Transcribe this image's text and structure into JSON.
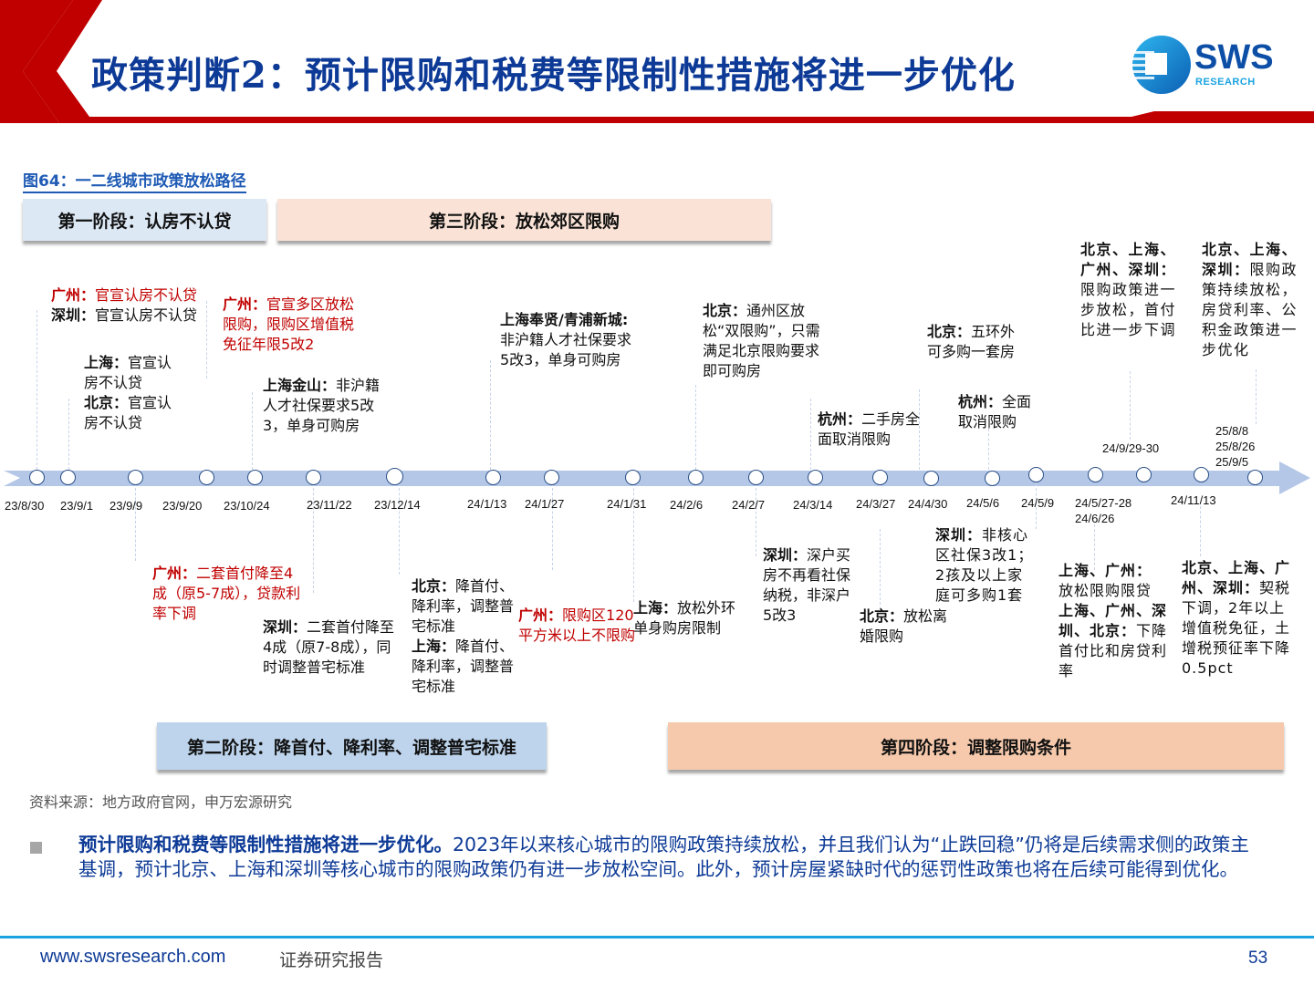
{
  "header": {
    "title": "政策判断2：预计限购和税费等限制性措施将进一步优化",
    "logo_text": "SWS",
    "logo_sub": "RESEARCH",
    "accent_red": "#c00000",
    "title_color": "#0d3a96"
  },
  "figure": {
    "title": "图64：一二线城市政策放松路径",
    "stages": [
      {
        "label": "第一阶段：认房不认贷",
        "color": "#dde8f5"
      },
      {
        "label": "第二阶段：降首付、降利率、调整普宅标准",
        "color": "#bdd4ec"
      },
      {
        "label": "第三阶段：放松郊区限购",
        "color": "#fae3d6"
      },
      {
        "label": "第四阶段：调整限购条件",
        "color": "#f6c9ac"
      }
    ],
    "dates": [
      "23/8/30",
      "23/9/1",
      "23/9/9",
      "23/9/20",
      "23/10/24",
      "23/11/22",
      "23/12/14",
      "24/1/13",
      "24/1/27",
      "24/1/31",
      "24/2/6",
      "24/2/7",
      "24/3/14",
      "24/3/27",
      "24/4/30",
      "24/5/6",
      "24/5/9",
      "24/5/27-28",
      "24/6/26",
      "24/9/29-30",
      "24/11/13",
      "25/8/8",
      "25/8/26",
      "25/9/5"
    ],
    "notes_above": [
      {
        "city": "广州：",
        "text": "官宣认房不认贷",
        "red": true
      },
      {
        "city": "深圳：",
        "text": "官宣认房不认贷",
        "red": false
      },
      {
        "city": "上海：",
        "text": "官宣认房不认贷"
      },
      {
        "city": "北京：",
        "text": "官宣认房不认贷"
      },
      {
        "city": "广州：",
        "text": "官宣多区放松限购，限购区增值税免征年限5改2"
      },
      {
        "city": "上海金山：",
        "text": "非沪籍人才社保要求5改3，单身可购房"
      },
      {
        "city": "上海奉贤/青浦新城:",
        "text": "非沪籍人才社保要求5改3，单身可购房"
      },
      {
        "city": "北京：",
        "text": "通州区放松“双限购”，只需满足北京限购要求即可购房"
      },
      {
        "city": "杭州：",
        "text": "二手房全面取消限购"
      },
      {
        "city": "北京：",
        "text": "五环外可多购一套房"
      },
      {
        "city": "杭州：",
        "text": "全面取消限购"
      },
      {
        "city": "北京、上海、广州、深圳：",
        "text": "限购政策进一步放松，首付比进一步下调"
      },
      {
        "city": "北京、上海、深圳：",
        "text": "限购政策持续放松，房贷利率、公积金政策进一步优化"
      }
    ],
    "notes_below": [
      {
        "city": "广州：",
        "text": "二套首付降至4成（原5-7成），贷款利率下调"
      },
      {
        "city": "深圳：",
        "text": "二套首付降至4成（原7-8成），同时调整普宅标准"
      },
      {
        "city": "北京：",
        "text": "降首付、降利率，调整普宅标准"
      },
      {
        "city": "上海：",
        "text": "降首付、降利率，调整普宅标准"
      },
      {
        "city": "广州：",
        "text": "限购区120平方米以上不限购"
      },
      {
        "city": "上海：",
        "text": "放松外环单身购房限制"
      },
      {
        "city": "深圳：",
        "text": "深户买房不再看社保纳税，非深户5改3"
      },
      {
        "city": "北京：",
        "text": "放松离婚限购"
      },
      {
        "city": "深圳：",
        "text": "非核心区社保3改1；2孩及以上家庭可多购1套"
      },
      {
        "city": "上海、广州：",
        "text": "放松限购限贷"
      },
      {
        "city": "上海、广州、深圳、北京：",
        "text": "下降首付比和房贷利率"
      },
      {
        "city": "北京、上海、广州、深圳：",
        "text": "契税下调，2年以上增值税免征，土增税预征率下降0.5pct"
      }
    ],
    "source": "资料来源：地方政府官网，申万宏源研究"
  },
  "body": {
    "bold_lead": "预计限购和税费等限制性措施将进一步优化。",
    "text": "2023年以来核心城市的限购政策持续放松，并且我们认为“止跌回稳”仍将是后续需求侧的政策主基调，预计北京、上海和深圳等核心城市的限购政策仍有进一步放松空间。此外，预计房屋紧缺时代的惩罚性政策也将在后续可能得到优化。"
  },
  "footer": {
    "url": "www.swsresearch.com",
    "label": "证券研究报告",
    "page": "53"
  }
}
